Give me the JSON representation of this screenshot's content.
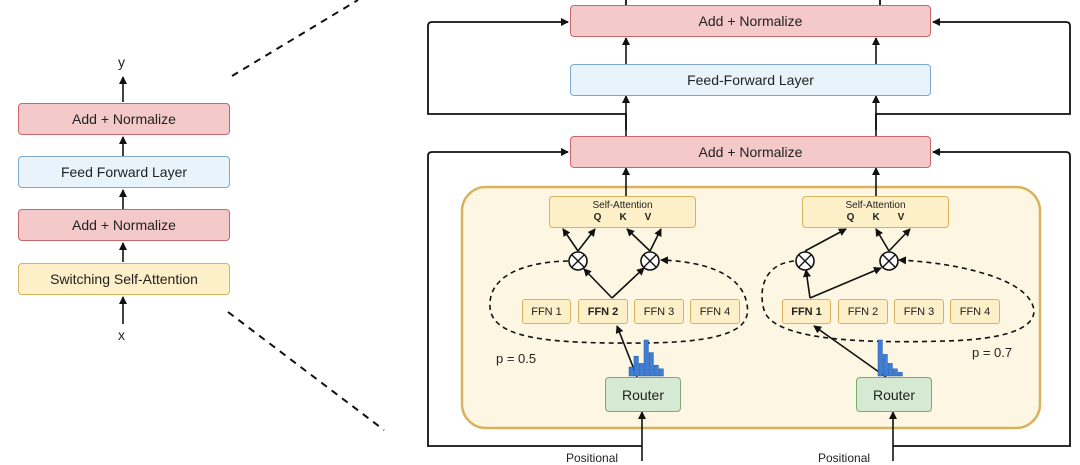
{
  "left": {
    "output_label": "y",
    "input_label": "x",
    "add_normalize_top": "Add + Normalize",
    "feed_forward": "Feed Forward Layer",
    "add_normalize_bottom": "Add + Normalize",
    "switching_attention": "Switching Self-Attention"
  },
  "right": {
    "add_normalize_top": "Add + Normalize",
    "feed_forward": "Feed-Forward Layer",
    "add_normalize_mid": "Add + Normalize",
    "tokens": [
      {
        "self_attention": "Self-Attention",
        "q": "Q",
        "k": "K",
        "v": "V",
        "ffns": [
          "FFN 1",
          "FFN 2",
          "FFN 3",
          "FFN 4"
        ],
        "selected_ffn": "FFN 2",
        "prob": "p = 0.5",
        "router": "Router",
        "router_weights": [
          0.25,
          0.55,
          0.35,
          1.0,
          0.65,
          0.3,
          0.2
        ],
        "bottom_label": "Positional"
      },
      {
        "self_attention": "Self-Attention",
        "q": "Q",
        "k": "K",
        "v": "V",
        "ffns": [
          "FFN 1",
          "FFN 2",
          "FFN 3",
          "FFN 4"
        ],
        "selected_ffn": "FFN 1",
        "prob": "p = 0.7",
        "router": "Router",
        "router_weights": [
          1.0,
          0.6,
          0.35,
          0.2,
          0.1
        ],
        "bottom_label": "Positional"
      }
    ]
  },
  "colors": {
    "red_fill": "#f4c9ca",
    "blue_fill": "#e8f3fb",
    "yellow_fill": "#fdefc8",
    "green_fill": "#d6e9d2",
    "bars": "#3d7fd6",
    "moe_region": "#fdf6e2"
  }
}
